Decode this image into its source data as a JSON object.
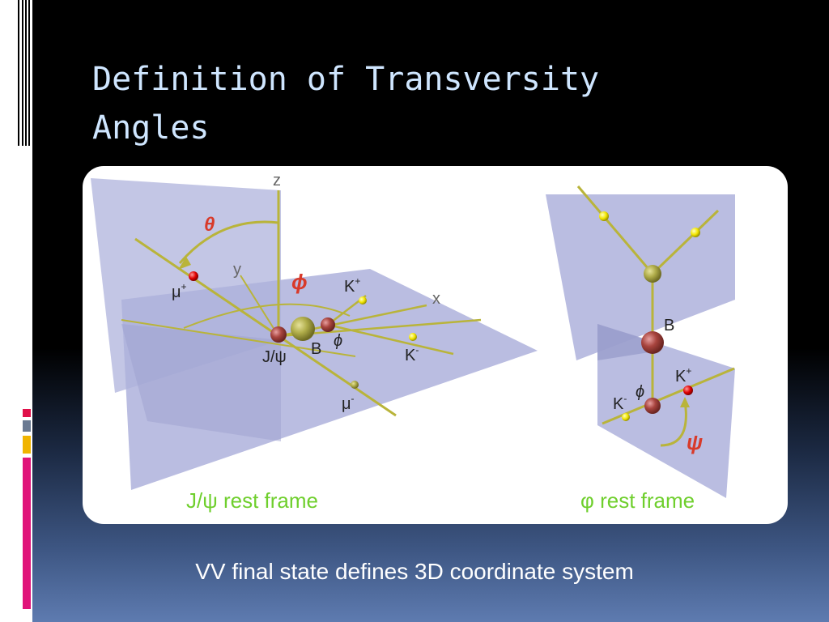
{
  "slide": {
    "title": "Definition of Transversity\nAngles",
    "subtitle_bottom": "VV final state defines 3D coordinate system"
  },
  "figure": {
    "left_caption": "J/ψ rest frame",
    "right_caption": "φ rest frame",
    "left_labels": {
      "z": "z",
      "y": "y",
      "x": "x",
      "theta": "θ",
      "phi_angle": "ϕ",
      "phi_meson": "ϕ",
      "mu_plus": "μ",
      "mu_plus_sup": "+",
      "mu_minus": "μ",
      "mu_minus_sup": "-",
      "k_plus": "K",
      "k_plus_sup": "+",
      "k_minus": "K",
      "k_minus_sup": "-",
      "jpsi": "J/ψ",
      "b": "B"
    },
    "right_labels": {
      "b": "B",
      "phi_meson": "ϕ",
      "psi": "ψ",
      "k_plus": "K",
      "k_plus_sup": "+",
      "k_minus": "K",
      "k_minus_sup": "-"
    }
  },
  "colors": {
    "plane": "#b8bce0",
    "axis_line": "#b9b43a",
    "angle_red": "#d83a2a",
    "caption_green": "#6fcf2d",
    "title_blue": "#cfe6ff"
  }
}
